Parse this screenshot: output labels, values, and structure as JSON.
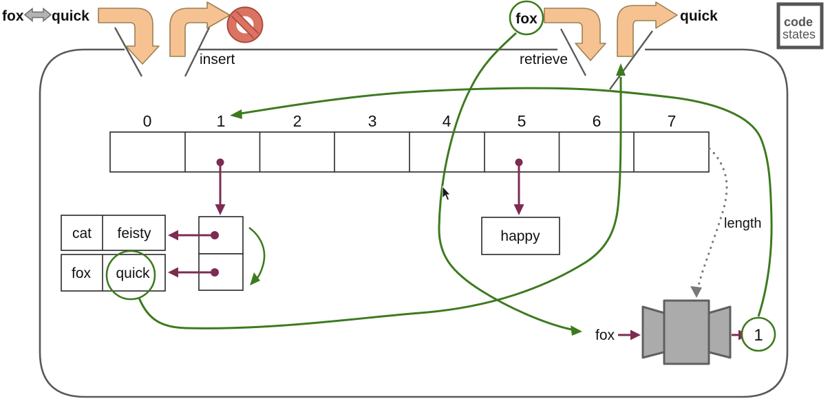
{
  "top": {
    "pair_key": "fox",
    "pair_value": "quick",
    "insert_label": "insert",
    "retrieve_label": "retrieve",
    "retrieve_key": "fox",
    "retrieve_result": "quick"
  },
  "array": {
    "indices": [
      "0",
      "1",
      "2",
      "3",
      "4",
      "5",
      "6",
      "7"
    ]
  },
  "bucket1": {
    "rows": [
      {
        "key": "cat",
        "value": "feisty"
      },
      {
        "key": "fox",
        "value": "quick"
      }
    ]
  },
  "bucket5": {
    "value": "happy"
  },
  "hash_machine": {
    "input": "fox",
    "output": "1",
    "length_label": "length"
  },
  "logo": {
    "line1": "code",
    "line2": "states"
  },
  "colors": {
    "green": "#3d7a1f",
    "maroon": "#7c2b52",
    "orange_fill": "#f6c292",
    "container_gray": "#595959",
    "ban_red": "#db7363",
    "ban_red_dark": "#a84b3d",
    "machine_gray": "#ababab"
  }
}
